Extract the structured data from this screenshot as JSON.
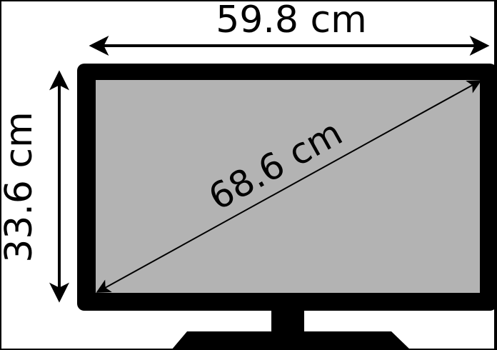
{
  "labels": {
    "width": "59.8 cm",
    "height": "33.6 cm",
    "diagonal": "68.6 cm"
  },
  "colors": {
    "background": "#ffffff",
    "bezel": "#000000",
    "screen": "#b3b3b3",
    "line": "#000000"
  }
}
